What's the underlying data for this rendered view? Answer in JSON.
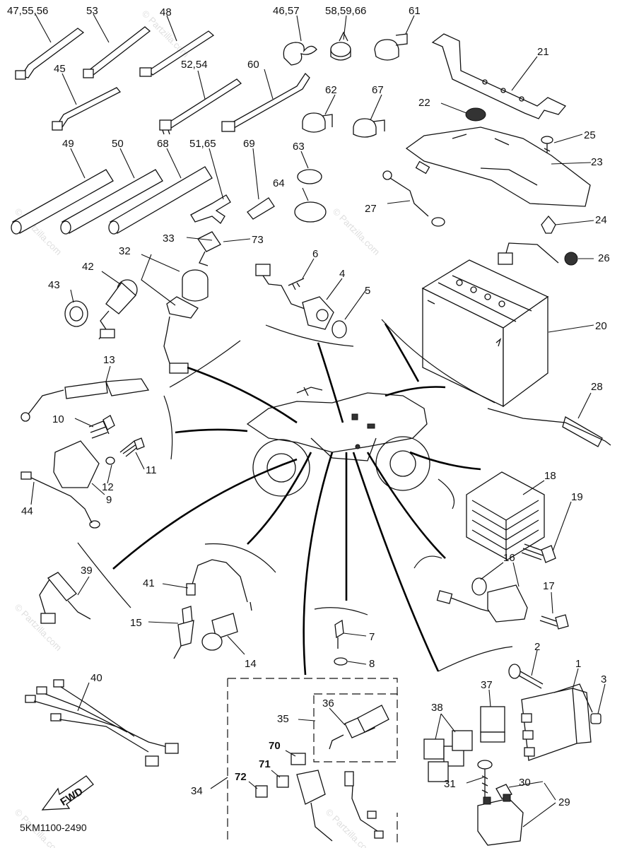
{
  "diagram": {
    "code": "5KM1100-2490",
    "direction_arrow_label": "FWD",
    "watermark": "© Partzilla.com",
    "callouts": [
      {
        "id": "c-47-55-56",
        "text": "47,55,56",
        "bold": false
      },
      {
        "id": "c-53",
        "text": "53",
        "bold": false
      },
      {
        "id": "c-48",
        "text": "48",
        "bold": false
      },
      {
        "id": "c-46-57",
        "text": "46,57",
        "bold": false
      },
      {
        "id": "c-58-59-66",
        "text": "58,59,66",
        "bold": false
      },
      {
        "id": "c-61",
        "text": "61",
        "bold": false
      },
      {
        "id": "c-21",
        "text": "21",
        "bold": false
      },
      {
        "id": "c-45",
        "text": "45",
        "bold": false
      },
      {
        "id": "c-52-54",
        "text": "52,54",
        "bold": false
      },
      {
        "id": "c-60",
        "text": "60",
        "bold": false
      },
      {
        "id": "c-62",
        "text": "62",
        "bold": false
      },
      {
        "id": "c-67",
        "text": "67",
        "bold": false
      },
      {
        "id": "c-22",
        "text": "22",
        "bold": false
      },
      {
        "id": "c-25",
        "text": "25",
        "bold": false
      },
      {
        "id": "c-23",
        "text": "23",
        "bold": false
      },
      {
        "id": "c-49",
        "text": "49",
        "bold": false
      },
      {
        "id": "c-50",
        "text": "50",
        "bold": false
      },
      {
        "id": "c-68",
        "text": "68",
        "bold": false
      },
      {
        "id": "c-51-65",
        "text": "51,65",
        "bold": false
      },
      {
        "id": "c-69",
        "text": "69",
        "bold": false
      },
      {
        "id": "c-63",
        "text": "63",
        "bold": false
      },
      {
        "id": "c-64",
        "text": "64",
        "bold": false
      },
      {
        "id": "c-27",
        "text": "27",
        "bold": false
      },
      {
        "id": "c-24",
        "text": "24",
        "bold": false
      },
      {
        "id": "c-33",
        "text": "33",
        "bold": false
      },
      {
        "id": "c-73",
        "text": "73",
        "bold": false
      },
      {
        "id": "c-32",
        "text": "32",
        "bold": false
      },
      {
        "id": "c-26",
        "text": "26",
        "bold": false
      },
      {
        "id": "c-42",
        "text": "42",
        "bold": false
      },
      {
        "id": "c-6",
        "text": "6",
        "bold": false
      },
      {
        "id": "c-4",
        "text": "4",
        "bold": false
      },
      {
        "id": "c-43",
        "text": "43",
        "bold": false
      },
      {
        "id": "c-5",
        "text": "5",
        "bold": false
      },
      {
        "id": "c-20",
        "text": "20",
        "bold": false
      },
      {
        "id": "c-13",
        "text": "13",
        "bold": false
      },
      {
        "id": "c-28",
        "text": "28",
        "bold": false
      },
      {
        "id": "c-10",
        "text": "10",
        "bold": false
      },
      {
        "id": "c-11",
        "text": "11",
        "bold": false
      },
      {
        "id": "c-12",
        "text": "12",
        "bold": false
      },
      {
        "id": "c-9",
        "text": "9",
        "bold": false
      },
      {
        "id": "c-44",
        "text": "44",
        "bold": false
      },
      {
        "id": "c-18",
        "text": "18",
        "bold": false
      },
      {
        "id": "c-19",
        "text": "19",
        "bold": false
      },
      {
        "id": "c-39",
        "text": "39",
        "bold": false
      },
      {
        "id": "c-16",
        "text": "16",
        "bold": false
      },
      {
        "id": "c-17",
        "text": "17",
        "bold": false
      },
      {
        "id": "c-41",
        "text": "41",
        "bold": false
      },
      {
        "id": "c-15",
        "text": "15",
        "bold": false
      },
      {
        "id": "c-14",
        "text": "14",
        "bold": false
      },
      {
        "id": "c-7",
        "text": "7",
        "bold": false
      },
      {
        "id": "c-8",
        "text": "8",
        "bold": false
      },
      {
        "id": "c-40",
        "text": "40",
        "bold": false
      },
      {
        "id": "c-2",
        "text": "2",
        "bold": false
      },
      {
        "id": "c-1",
        "text": "1",
        "bold": false
      },
      {
        "id": "c-3",
        "text": "3",
        "bold": false
      },
      {
        "id": "c-36",
        "text": "36",
        "bold": false
      },
      {
        "id": "c-37",
        "text": "37",
        "bold": false
      },
      {
        "id": "c-35",
        "text": "35",
        "bold": false
      },
      {
        "id": "c-38",
        "text": "38",
        "bold": false
      },
      {
        "id": "c-70",
        "text": "70",
        "bold": true
      },
      {
        "id": "c-71",
        "text": "71",
        "bold": true
      },
      {
        "id": "c-72",
        "text": "72",
        "bold": true
      },
      {
        "id": "c-34",
        "text": "34",
        "bold": false
      },
      {
        "id": "c-31",
        "text": "31",
        "bold": false
      },
      {
        "id": "c-30",
        "text": "30",
        "bold": false
      },
      {
        "id": "c-29",
        "text": "29",
        "bold": false
      }
    ]
  }
}
